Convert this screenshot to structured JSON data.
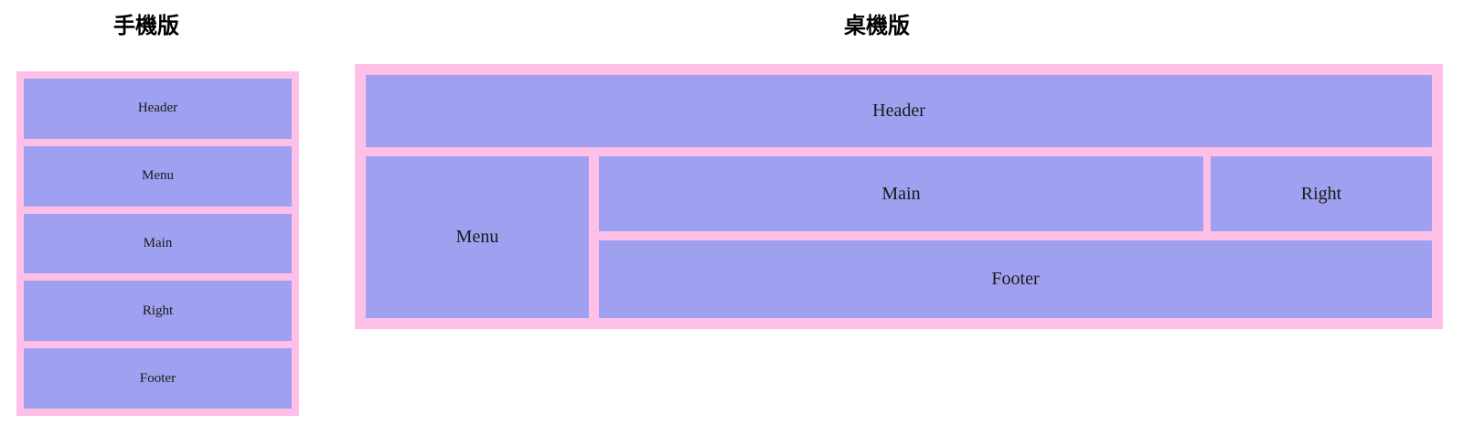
{
  "page": {
    "background_color": "#ffffff",
    "block_fill_color": "#a0a0f0",
    "block_gap_color": "#ffc0e8",
    "text_color": "#1a1a1a"
  },
  "mobile": {
    "title": "手機版",
    "blocks": [
      {
        "label": "Header"
      },
      {
        "label": "Menu"
      },
      {
        "label": "Main"
      },
      {
        "label": "Right"
      },
      {
        "label": "Footer"
      }
    ]
  },
  "desktop": {
    "title": "桌機版",
    "blocks": {
      "header": {
        "label": "Header"
      },
      "menu": {
        "label": "Menu"
      },
      "main": {
        "label": "Main"
      },
      "right": {
        "label": "Right"
      },
      "footer": {
        "label": "Footer"
      }
    }
  }
}
